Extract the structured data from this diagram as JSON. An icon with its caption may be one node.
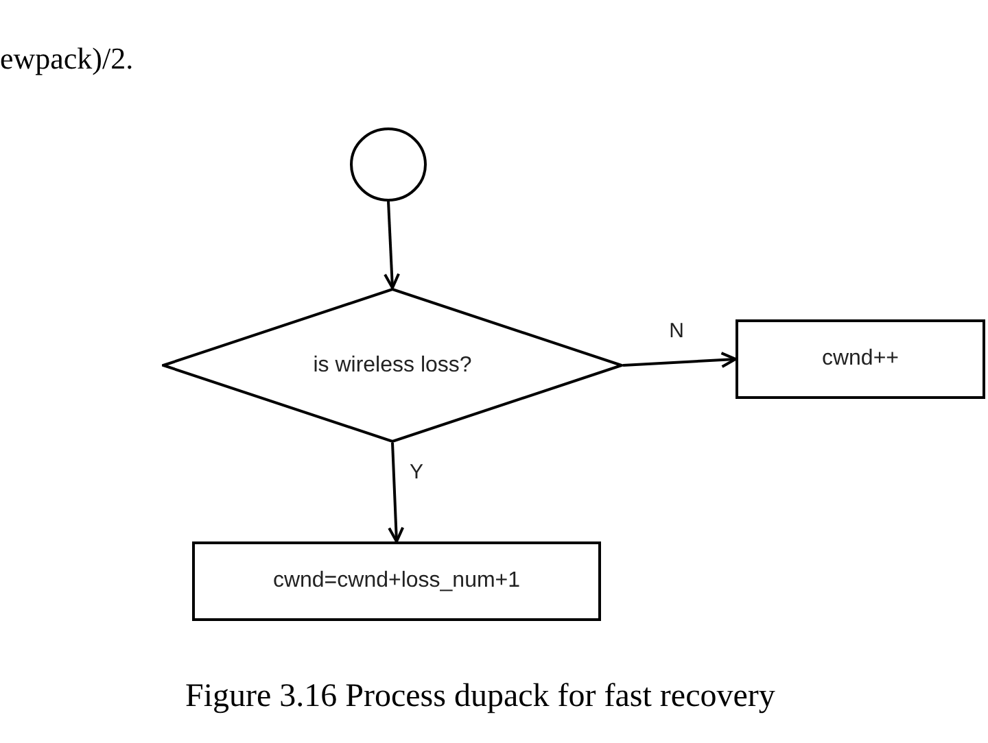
{
  "diagram": {
    "caption": "Figure 3.16 Process dupack for fast recovery",
    "nodes": [
      {
        "text": [],
        "shape": "circle"
      },
      {
        "text": [
          "is wireless loss?"
        ]
      },
      {
        "text": [
          "cwnd++"
        ]
      },
      {
        "text": [
          "cwnd=cwnd+loss_num+1"
        ]
      }
    ],
    "edges": [
      {
        "from": 0,
        "to": 1,
        "arrow": "to"
      },
      {
        "from": 1,
        "to": 2,
        "arrow": "to",
        "label": "N"
      },
      {
        "from": 1,
        "to": 3,
        "arrow": "to",
        "label": "Y"
      }
    ],
    "labels": [
      "ewpack)/2."
    ]
  }
}
